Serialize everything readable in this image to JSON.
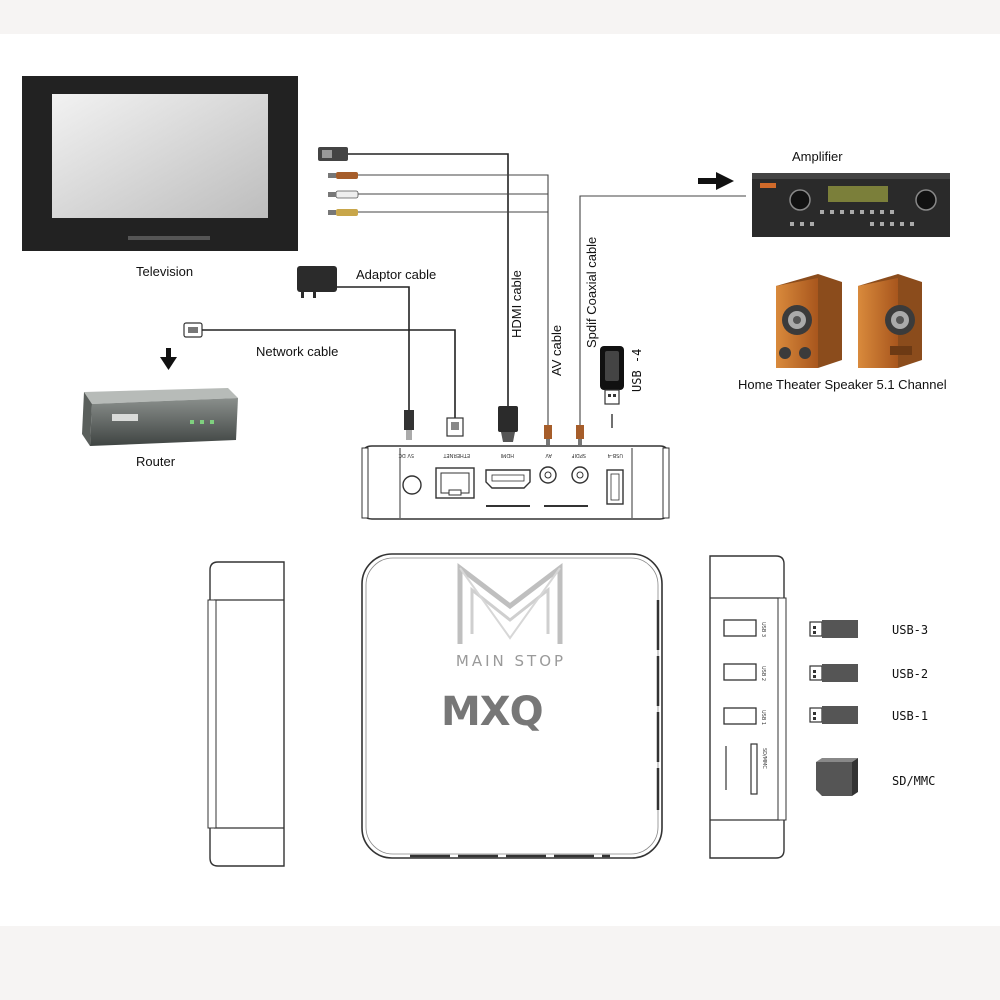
{
  "labels": {
    "television": "Television",
    "adaptor_cable": "Adaptor cable",
    "network_cable": "Network cable",
    "router": "Router",
    "hdmi_cable": "HDMI cable",
    "av_cable": "AV cable",
    "spdif_cable": "Spdif Coaxial cable",
    "usb4": "USB -4",
    "amplifier": "Amplifier",
    "speakers": "Home Theater Speaker 5.1 Channel"
  },
  "back_panel_ports": [
    "5V DC",
    "ETHERNET",
    "HDMI",
    "AV",
    "SPDIF",
    "USB-4"
  ],
  "side_ports": [
    {
      "label": "USB-3",
      "port_text": "USB 3"
    },
    {
      "label": "USB-2",
      "port_text": "USB 2"
    },
    {
      "label": "USB-1",
      "port_text": "USB 1"
    },
    {
      "label": "SD/MMC",
      "port_text": "SD/MMC"
    }
  ],
  "branding": {
    "watermark": "MAIN STOP",
    "logo": "MXQ"
  },
  "colors": {
    "speaker_wood": "#c8762e",
    "device_dark": "#2b2b2b",
    "line": "#222222"
  }
}
